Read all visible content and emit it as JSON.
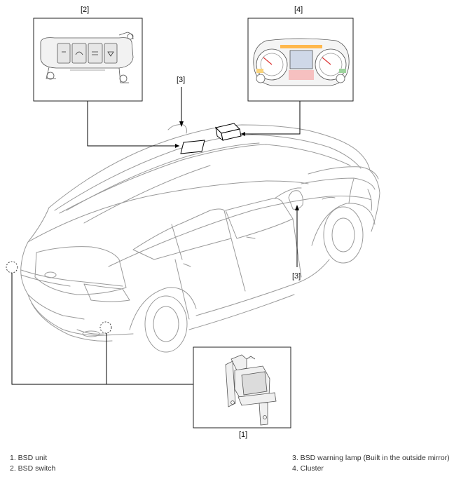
{
  "callouts": {
    "c1": "[1]",
    "c2": "[2]",
    "c3_top": "[3]",
    "c3_mirror": "[3]",
    "c4": "[4]"
  },
  "legend": {
    "left": [
      "1. BSD unit",
      "2. BSD switch"
    ],
    "right": [
      "3. BSD warning lamp (Built in the outside mirror)",
      "4. Cluster"
    ]
  },
  "colors": {
    "line": "#000000",
    "car_outline": "#9a9a9a",
    "box_border": "#222222"
  }
}
